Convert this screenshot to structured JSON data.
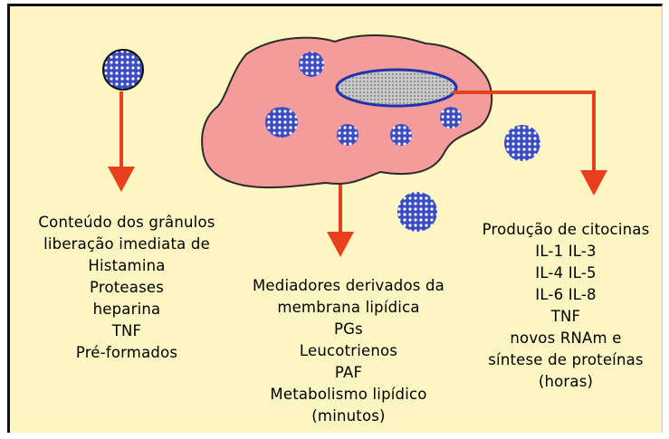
{
  "colors": {
    "background": "#fdf6c3",
    "cell_body": "#f49b9b",
    "granule": "#3a4cc0",
    "nucleus": "#b5b5b5",
    "arrow": "#e8401c"
  },
  "icons": [
    "granule-icon",
    "cell-icon",
    "nucleus-icon",
    "arrow-down-icon"
  ],
  "left_block": {
    "lines": [
      "Conteúdo dos grânulos",
      "liberação imediata de",
      "Histamina",
      "Proteases",
      "heparina",
      "TNF",
      "Pré-formados"
    ]
  },
  "middle_block": {
    "lines": [
      "Mediadores derivados da",
      "membrana lipídica",
      "PGs",
      "Leucotrienos",
      "PAF",
      "Metabolismo lipídico",
      "(minutos)"
    ]
  },
  "right_block": {
    "lines": [
      "Produção de citocinas",
      "IL-1 IL-3",
      "IL-4 IL-5",
      "IL-6 IL-8",
      "TNF",
      "novos RNAm e",
      "síntese de proteínas",
      "(horas)"
    ]
  }
}
